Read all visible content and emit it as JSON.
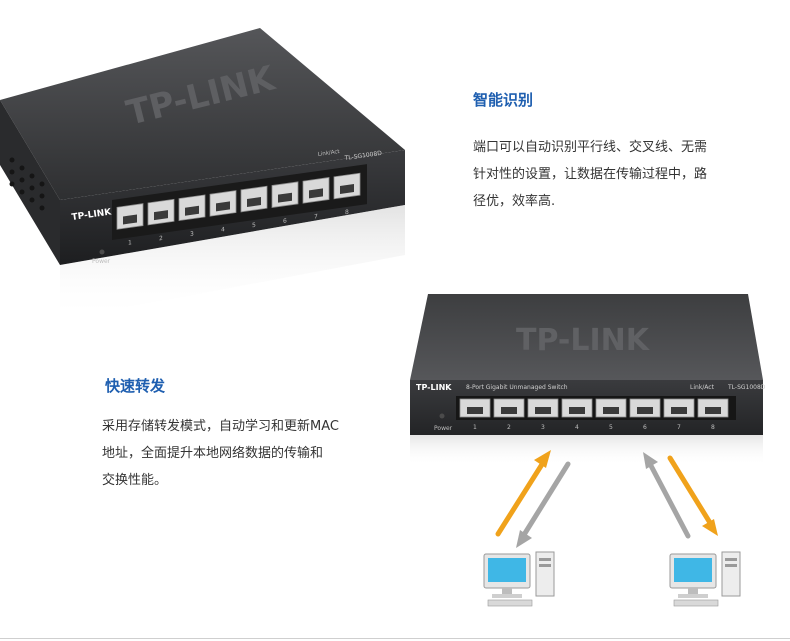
{
  "features": {
    "smart_recognition": {
      "title": "智能识别",
      "desc_lines": [
        "端口可以自动识别平行线、交叉线、无需",
        "针对性的设置，让数据在传输过程中，路",
        "径优，效率高."
      ]
    },
    "fast_forwarding": {
      "title": "快速转发",
      "desc_lines": [
        "采用存储转发模式，自动学习和更新MAC",
        "地址，全面提升本地网络数据的传输和",
        "交换性能。"
      ]
    }
  },
  "device": {
    "brand": "TP-LINK",
    "model": "TL-SG1008D",
    "description": "8-Port Gigabit Unmanaged Switch",
    "led_label": "Link/Act",
    "power_label": "Power",
    "ports": [
      "1",
      "2",
      "3",
      "4",
      "5",
      "6",
      "7",
      "8"
    ]
  },
  "colors": {
    "title_blue": "#1f5fb0",
    "arrow_orange": "#f0a21b",
    "arrow_gray": "#a5a5a5",
    "switch_dark": "#2b2c2e"
  }
}
